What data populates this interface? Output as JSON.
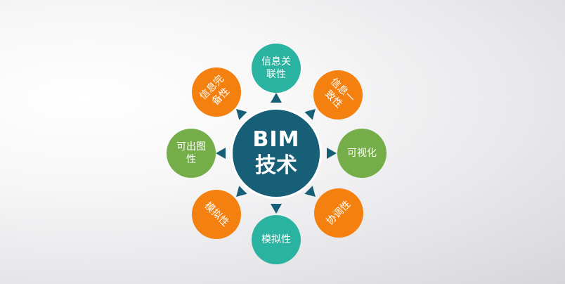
{
  "colors": {
    "center": "#165f76",
    "teal": "#2bb3a1",
    "orange": "#f4800f",
    "green": "#75ad48",
    "arrow": "#165f76"
  },
  "center": {
    "line1": "BIM",
    "line2": "技术"
  },
  "nodes": [
    {
      "id": "top",
      "label": "信息关\n联性",
      "color": "teal",
      "rotate": 0
    },
    {
      "id": "top-right",
      "label": "信息一\n致性",
      "color": "orange",
      "rotate": 45
    },
    {
      "id": "right",
      "label": "可视化",
      "color": "green",
      "rotate": 0
    },
    {
      "id": "bottom-right",
      "label": "协调性",
      "color": "orange",
      "rotate": -45
    },
    {
      "id": "bottom",
      "label": "模拟性",
      "color": "teal",
      "rotate": 0
    },
    {
      "id": "bottom-left",
      "label": "模拟性",
      "color": "orange",
      "rotate": 45
    },
    {
      "id": "left",
      "label": "可出图\n性",
      "color": "green",
      "rotate": 0
    },
    {
      "id": "top-left",
      "label": "信息完\n备性",
      "color": "orange",
      "rotate": -45
    }
  ]
}
